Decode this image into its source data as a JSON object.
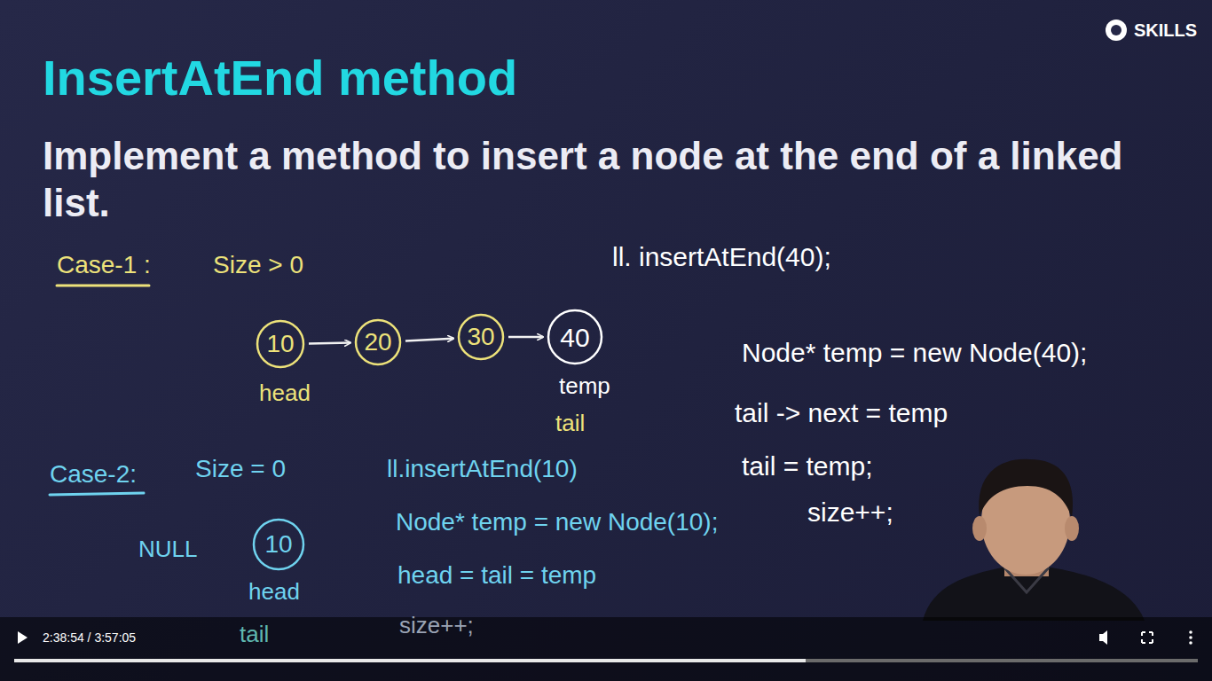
{
  "diagram": {
    "title": "InsertAtEnd method",
    "nodes": [
      {
        "text": [
          "10"
        ]
      },
      {
        "text": [
          "20"
        ]
      },
      {
        "text": [
          "30"
        ]
      },
      {
        "text": [
          "40"
        ]
      },
      {
        "text": [
          "10"
        ]
      }
    ],
    "edges": [
      {
        "from": 0,
        "to": 1,
        "arrow": "to"
      },
      {
        "from": 1,
        "to": 2,
        "arrow": "to"
      },
      {
        "from": 2,
        "to": 3,
        "arrow": "to"
      }
    ],
    "labels": [
      "SKILLS",
      "Implement a method to insert a node at the end of a linked list.",
      "Case-1 :",
      "Size > 0",
      "ll. insertAtEnd(40);",
      "head",
      "temp",
      "tail",
      "Node* temp = new Node(40);",
      "tail -> next = temp",
      "tail = temp;",
      "size++;",
      "Case-2:",
      "Size = 0",
      "ll.insertAtEnd(10)",
      "Node* temp = new Node(10);",
      "head = tail = temp",
      "size++;",
      "NULL",
      "head",
      "tail",
      "2:38:54 / 3:57:05"
    ]
  }
}
